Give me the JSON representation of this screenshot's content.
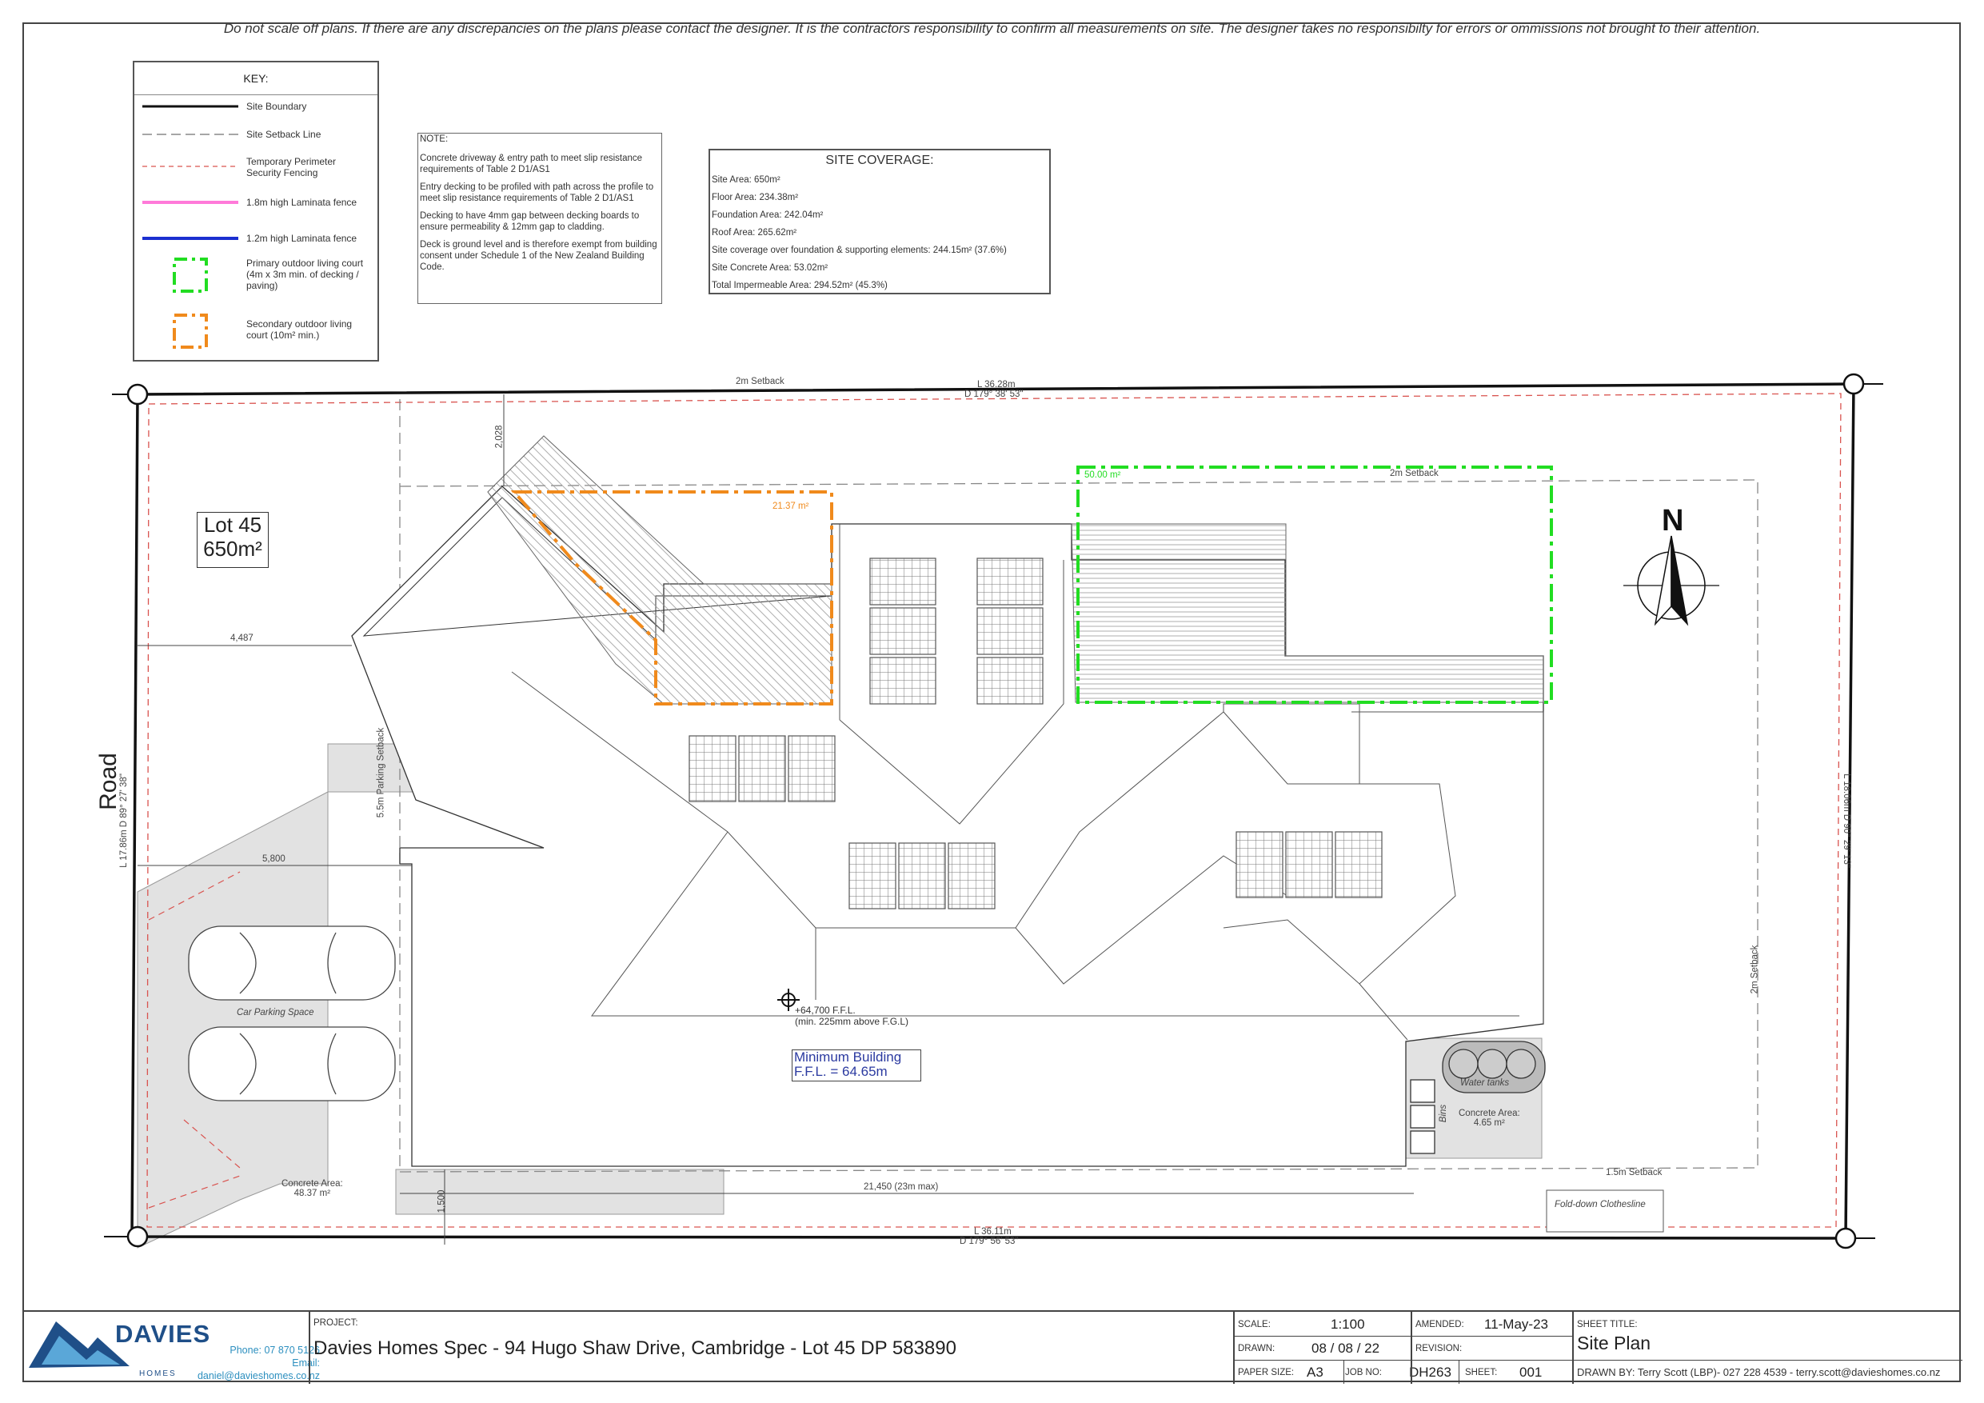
{
  "disclaimer": "Do not scale off plans. If there are any discrepancies on the plans please contact the designer. It is the contractors responsibility to confirm all measurements on site. The designer takes no responsibilty for errors or ommissions not brought to their attention.",
  "key": {
    "title": "KEY:",
    "items": [
      {
        "label": "Site Boundary",
        "style": "solid-black"
      },
      {
        "label": "Site Setback Line",
        "style": "dashed-gray"
      },
      {
        "label": "Temporary Perimeter Security Fencing",
        "style": "dashed-red"
      },
      {
        "label": "1.8m high Laminata fence",
        "style": "solid-pink"
      },
      {
        "label": "1.2m high Laminata fence",
        "style": "solid-blue"
      },
      {
        "label": "Primary outdoor living court (4m x 3m min. of decking / paving)",
        "style": "green-box"
      },
      {
        "label": "Secondary outdoor living court (10m² min.)",
        "style": "orange-box"
      }
    ]
  },
  "note": {
    "title": "NOTE:",
    "paragraphs": [
      "Concrete driveway & entry path to meet slip resistance requirements of Table 2 D1/AS1",
      "Entry decking to be profiled with path across the profile to meet slip resistance requirements of Table 2 D1/AS1",
      "Decking to have 4mm gap between decking boards to ensure permeability & 12mm gap to cladding.",
      "Deck is ground level and is therefore exempt from building consent under Schedule 1 of the New Zealand Building Code."
    ]
  },
  "coverage": {
    "title": "SITE COVERAGE:",
    "rows": [
      "Site Area: 650m²",
      "Floor Area: 234.38m²",
      "Foundation Area: 242.04m²",
      "Roof Area: 265.62m²",
      "Site coverage over foundation & supporting elements: 244.15m² (37.6%)",
      "Site Concrete Area: 53.02m²",
      "Total Impermeable Area: 294.52m² (45.3%)"
    ]
  },
  "plan": {
    "lot_line1": "Lot 45",
    "lot_line2": "650m²",
    "road": "Road",
    "north": "N",
    "top_setback": "2m Setback",
    "top_boundary_l": "L 36.28m",
    "top_boundary_d": "D 179° 38' 53\"",
    "setback_2028": "2,028",
    "dim_4487": "4,487",
    "dim_5800": "5,800",
    "parking_setback": "5.5m Parking Setback",
    "left_boundary": "L 17.86m  D 89° 27' 38\"",
    "right_boundary": "L 18.06m  D 90° 29' 13\"",
    "inner_setback_top": "2m Setback",
    "right_setback": "2m Setback",
    "bottom_setback": "1.5m Setback",
    "area_orange": "21.37 m²",
    "area_green": "50.00 m²",
    "ffl_line1": "+64,700 F.F.L.",
    "ffl_line2": "(min. 225mm above F.G.L)",
    "min_bld_line1": "Minimum Building",
    "min_bld_line2": "F.F.L. = 64.65m",
    "car_parking": "Car Parking Space",
    "concrete_left_1": "Concrete Area:",
    "concrete_left_2": "48.37 m²",
    "concrete_right_1": "Concrete Area:",
    "concrete_right_2": "4.65 m²",
    "water_tanks": "Water tanks",
    "bins": "Bins",
    "dim_21450": "21,450 (23m max)",
    "dim_1500": "1,500",
    "bottom_boundary_l": "L 36.11m",
    "bottom_boundary_d": "D 179° 56' 53\"",
    "clothesline": "Fold-down Clothesline"
  },
  "titleblock": {
    "company": "DAVIES",
    "company_sub": "HOMES",
    "phone": "Phone: 07 870 5126",
    "email": "Email: daniel@davieshomes.co.nz",
    "project_label": "PROJECT:",
    "project": "Davies Homes Spec - 94 Hugo Shaw Drive, Cambridge - Lot 45 DP 583890",
    "scale_label": "SCALE:",
    "scale": "1:100",
    "amended_label": "AMENDED:",
    "amended": "11-May-23",
    "drawn_label": "DRAWN:",
    "drawn": "08 / 08 / 22",
    "revision_label": "REVISION:",
    "revision": "",
    "paper_label": "PAPER SIZE:",
    "paper": "A3",
    "job_label": "JOB NO:",
    "job": "DH263",
    "sheet_label": "SHEET:",
    "sheet": "001",
    "sheet_title_label": "SHEET TITLE:",
    "sheet_title": "Site Plan",
    "drawn_by_label": "DRAWN BY:",
    "drawn_by": "Terry Scott (LBP)- 027 228 4539 - terry.scott@davieshomes.co.nz"
  },
  "colors": {
    "boundary": "#111111",
    "setback": "#888888",
    "fence": "#d9534f",
    "primary_court": "#22dd22",
    "secondary_court": "#f08a1c",
    "pink_fence": "#ff7ad9",
    "blue_fence": "#1a2fd0",
    "min_building_text": "#2b3aa0"
  }
}
